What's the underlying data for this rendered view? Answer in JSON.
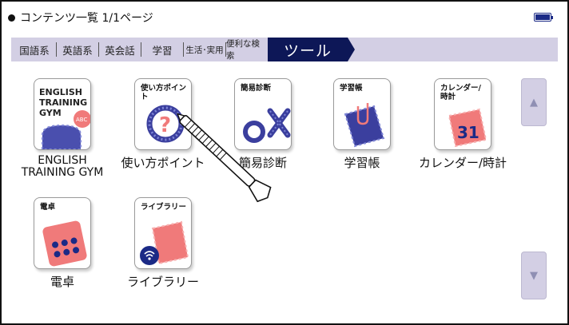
{
  "header": {
    "title": "コンテンツ一覧 1/1ページ",
    "battery_icon": "battery-icon"
  },
  "tabs": [
    {
      "label": "国語系",
      "active": false
    },
    {
      "label": "英語系",
      "active": false
    },
    {
      "label": "英会話",
      "active": false
    },
    {
      "label": "学習",
      "active": false
    },
    {
      "label": "生活･実用",
      "active": false
    },
    {
      "label": "便利な検索",
      "active": false
    },
    {
      "label": "ツール",
      "active": true
    }
  ],
  "apps": [
    {
      "tile_text": "ENGLISH TRAINING GYM",
      "badge": "ABC",
      "label": "ENGLISH TRAINING GYM",
      "icon": "english-training-gym-icon"
    },
    {
      "tile_text": "使い方ポイント",
      "label": "使い方ポイント",
      "icon": "question-icon"
    },
    {
      "tile_text": "簡易診断",
      "label": "簡易診断",
      "icon": "diagnosis-icon"
    },
    {
      "tile_text": "学習帳",
      "label": "学習帳",
      "icon": "notebook-icon"
    },
    {
      "tile_text": "カレンダー/時計",
      "date": "31",
      "label": "カレンダー/時計",
      "icon": "calendar-icon"
    },
    {
      "tile_text": "電卓",
      "label": "電卓",
      "icon": "calculator-icon"
    },
    {
      "tile_text": "ライブラリー",
      "label": "ライブラリー",
      "icon": "library-icon"
    }
  ],
  "scroll": {
    "up_icon": "scroll-up-arrow-icon",
    "down_icon": "scroll-down-arrow-icon"
  },
  "colors": {
    "accent_navy": "#0d1757",
    "tab_bar": "#d3cfe4",
    "icon_blue": "#3b3f9e",
    "icon_red": "#f07a7a"
  }
}
